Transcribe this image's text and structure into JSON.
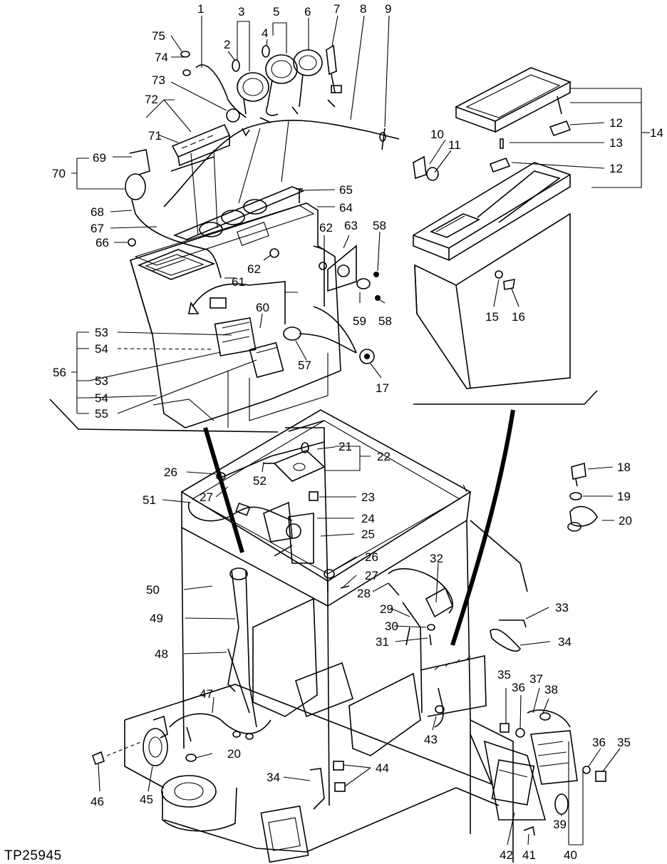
{
  "figure_id": "TP25945",
  "callouts": [
    "1",
    "2",
    "3",
    "4",
    "5",
    "6",
    "7",
    "8",
    "9",
    "10",
    "11",
    "12",
    "13",
    "14",
    "15",
    "16",
    "17",
    "18",
    "19",
    "20",
    "21",
    "22",
    "23",
    "24",
    "25",
    "26",
    "27",
    "28",
    "29",
    "30",
    "31",
    "32",
    "33",
    "34",
    "35",
    "36",
    "37",
    "38",
    "39",
    "40",
    "41",
    "42",
    "43",
    "44",
    "45",
    "46",
    "47",
    "48",
    "49",
    "50",
    "51",
    "52",
    "53",
    "54",
    "55",
    "56",
    "57",
    "58",
    "59",
    "60",
    "61",
    "62",
    "63",
    "64",
    "65",
    "66",
    "67",
    "68",
    "69",
    "70",
    "71",
    "72",
    "73",
    "74",
    "75"
  ]
}
